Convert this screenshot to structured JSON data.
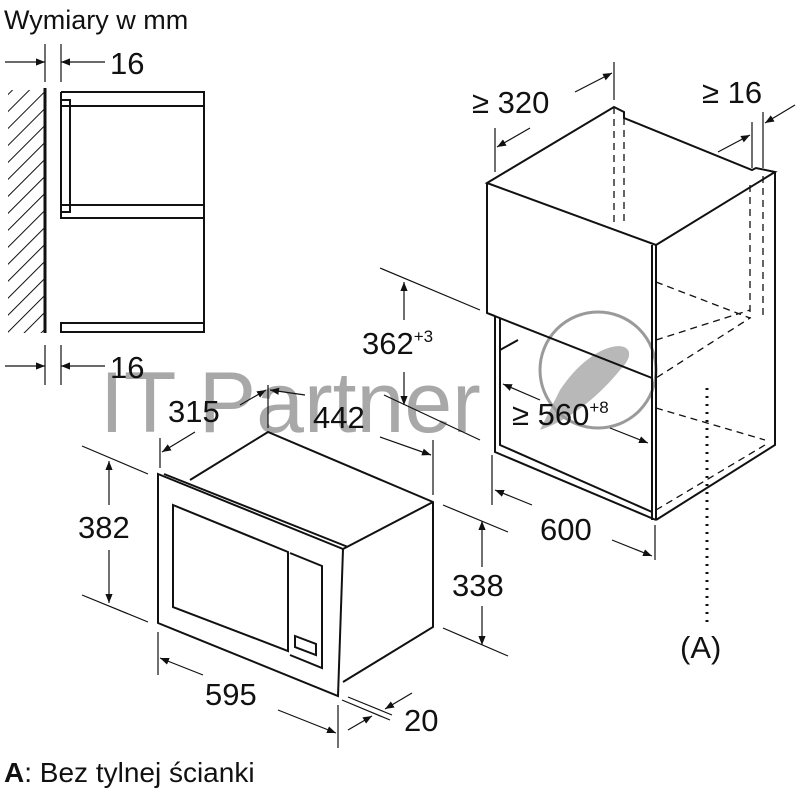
{
  "title": "Wymiary w mm",
  "side_view": {
    "top_gap": "16",
    "bottom_gap": "16"
  },
  "cabinet": {
    "depth": "≥ 320",
    "side_thickness": "≥ 16",
    "height_base": "362",
    "height_tol": "+3",
    "width_base": "≥ 560",
    "width_tol": "+8",
    "outer_width": "600",
    "marker": "(A)"
  },
  "microwave": {
    "depth": "315",
    "body_width": "442",
    "front_height": "382",
    "body_height": "338",
    "front_width": "595",
    "frame_depth": "20"
  },
  "note": {
    "key": "A",
    "text": ": Bez tylnej ścianki"
  },
  "watermark": "IT Partner"
}
